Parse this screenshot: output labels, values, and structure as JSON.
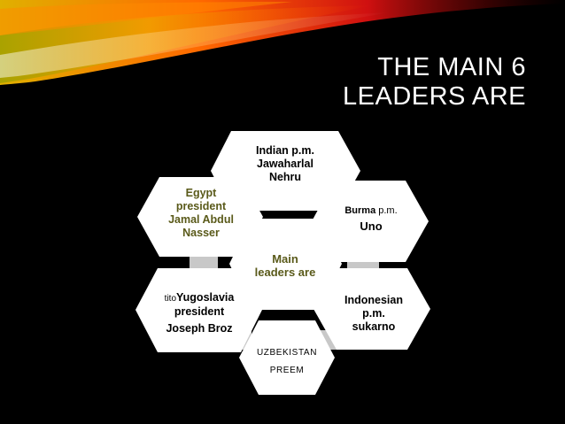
{
  "title": {
    "line1": "THE MAIN 6",
    "line2": "LEADERS ARE"
  },
  "colors": {
    "background": "#000000",
    "hex_fill": "#ffffff",
    "connector": "#c8c8c8",
    "center_text": "#5a5a1a",
    "body_text": "#000000"
  },
  "hexes": {
    "center": {
      "line1": "Main",
      "line2": "leaders are"
    },
    "top": {
      "line1": "Indian p.m.",
      "line2": "Jawaharlal",
      "line3": "Nehru"
    },
    "upper_left": {
      "line1": "Egypt",
      "line2": "president",
      "line3": "Jamal Abdul",
      "line4": "Nasser"
    },
    "upper_right": {
      "word1": "Burma",
      "word2": "p.m.",
      "line2": "Uno"
    },
    "lower_left": {
      "word1": "tito",
      "word2": "Yugoslavia",
      "line2": "president",
      "line3": "Joseph Broz"
    },
    "lower_right": {
      "line1": "Indonesian",
      "line2": "p.m.",
      "line3": "sukarno"
    },
    "bottom": {
      "line1": "UZBEKISTAN",
      "line2": "PREEM"
    }
  }
}
